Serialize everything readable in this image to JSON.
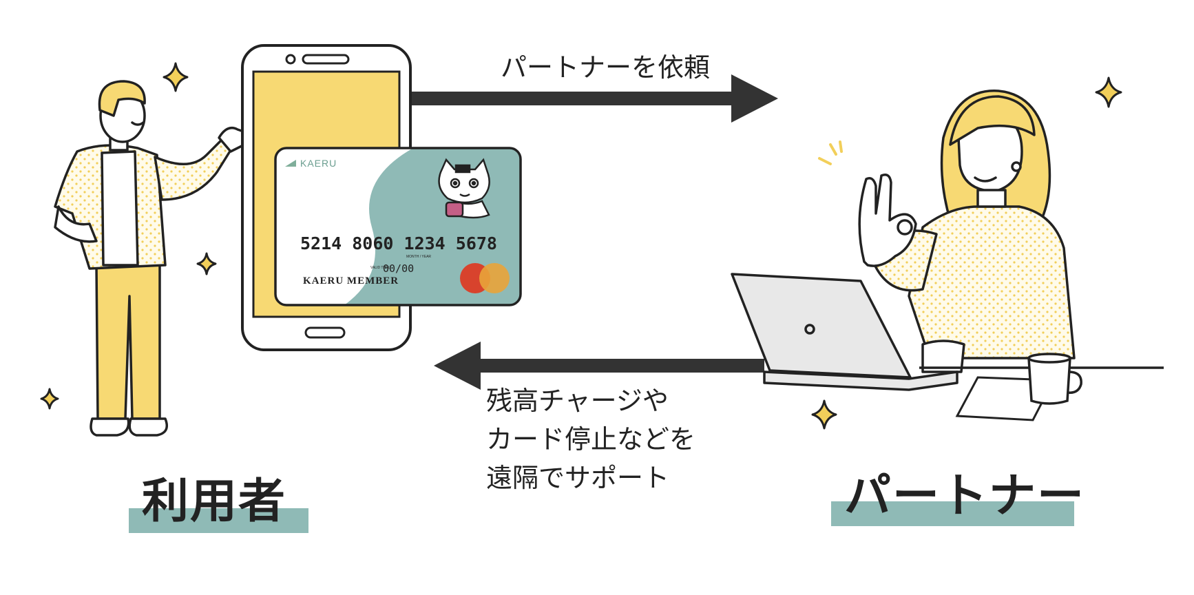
{
  "diagram": {
    "arrow_top_label": "パートナーを依頼",
    "arrow_bottom_label_lines": [
      "残高チャージや",
      "カード停止などを",
      "遠隔でサポート"
    ],
    "user_label": "利用者",
    "partner_label": "パートナー"
  },
  "card": {
    "brand": "KAERU",
    "number": "5214  8060  1234  5678",
    "valid_small": "MONTH / YEAR",
    "valid_prefix": "VALID THRU",
    "valid_date": "00/00",
    "holder": "KAERU MEMBER"
  },
  "colors": {
    "yellow": "#f7d973",
    "teal": "#8fbab6",
    "arrow": "#333333",
    "mc_red": "#d8432d",
    "mc_orange": "#e9a43a"
  }
}
